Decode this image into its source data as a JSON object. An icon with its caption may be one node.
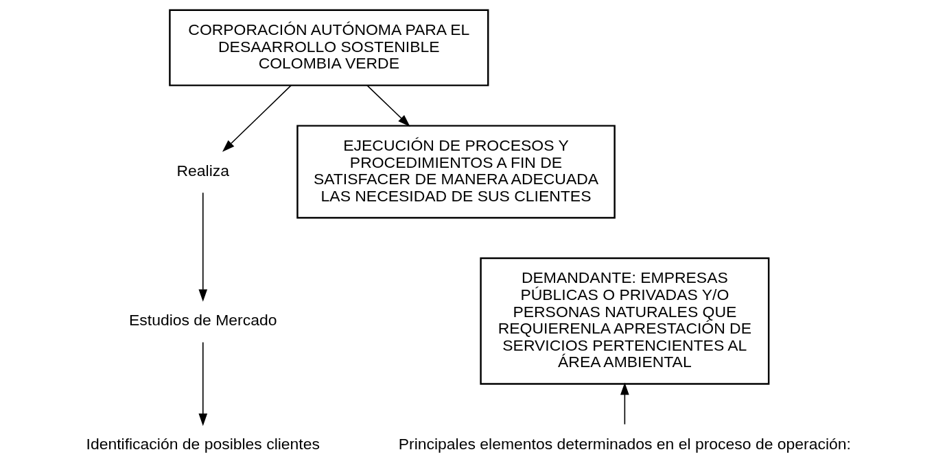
{
  "diagram": {
    "nodes": [
      {
        "text": [
          "CORPORACIÓN AUTÓNOMA PARA EL DESAARROLLO SOSTENIBLE COLOMBIA VERDE"
        ]
      },
      {
        "text": [
          "Realiza"
        ]
      },
      {
        "text": [
          "Estudios de Mercado"
        ]
      },
      {
        "text": [
          "Identificación de posibles clientes"
        ]
      },
      {
        "text": [
          "EJECUCIÓN DE PROCESOS Y PROCEDIMIENTOS A FIN DE SATISFACER DE MANERA ADECUADA LAS NECESIDAD DE SUS CLIENTES"
        ]
      },
      {
        "text": [
          "DEMANDANTE: EMPRESAS PÚBLICAS O PRIVADAS Y/O PERSONAS NATURALES QUE REQUIERENLA APRESTACIÓN DE SERVICIOS PERTENCIENTES AL ÁREA AMBIENTAL"
        ]
      },
      {
        "text": [
          "Principales elementos determinados en el proceso de operación:"
        ]
      }
    ],
    "edges": [
      {
        "from": 0,
        "to": 1,
        "arrow": "to"
      },
      {
        "from": 1,
        "to": 2,
        "arrow": "to"
      },
      {
        "from": 2,
        "to": 3,
        "arrow": "to"
      },
      {
        "from": 0,
        "to": 4,
        "arrow": "to"
      },
      {
        "from": 6,
        "to": 5,
        "arrow": "to"
      }
    ]
  }
}
